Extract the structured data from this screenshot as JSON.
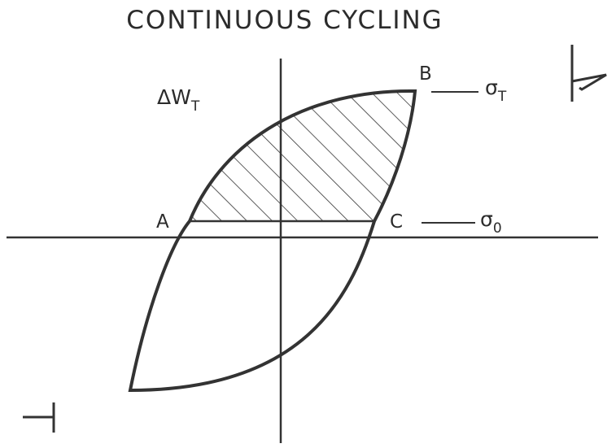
{
  "diagram": {
    "title": "CONTINUOUS CYCLING",
    "energy_label": "ΔW",
    "energy_subscript": "T",
    "points": {
      "a": "A",
      "b": "B",
      "c": "C"
    },
    "levels": {
      "top": {
        "symbol": "σ",
        "subscript": "T"
      },
      "zero": {
        "symbol": "σ",
        "subscript": "0"
      }
    }
  }
}
